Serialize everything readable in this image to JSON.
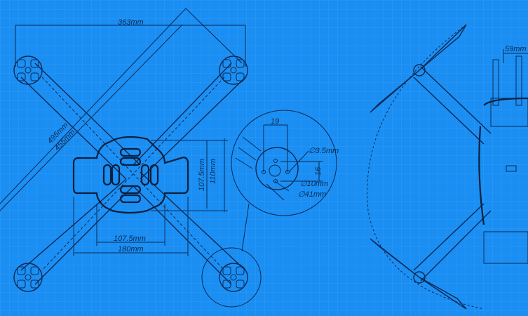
{
  "colors": {
    "background": "#1a8ef2",
    "line": "#0a2a55",
    "grid": "#3a9ef5"
  },
  "dimensions": {
    "width_motor": "363mm",
    "diagonal_outer": "495mm",
    "diagonal_inner": "455mm",
    "plate_height_inner": "107.5mm",
    "plate_height_outer": "110mm",
    "plate_width_inner": "107.5mm",
    "plate_width_outer": "180mm",
    "mount_spacing_x": "19",
    "mount_spacing_y": "16",
    "hole_diameter": "∅3.5mm",
    "center_hole_diameter": "∅10mm",
    "mount_diameter": "∅41mm",
    "side_width": "59mm"
  }
}
